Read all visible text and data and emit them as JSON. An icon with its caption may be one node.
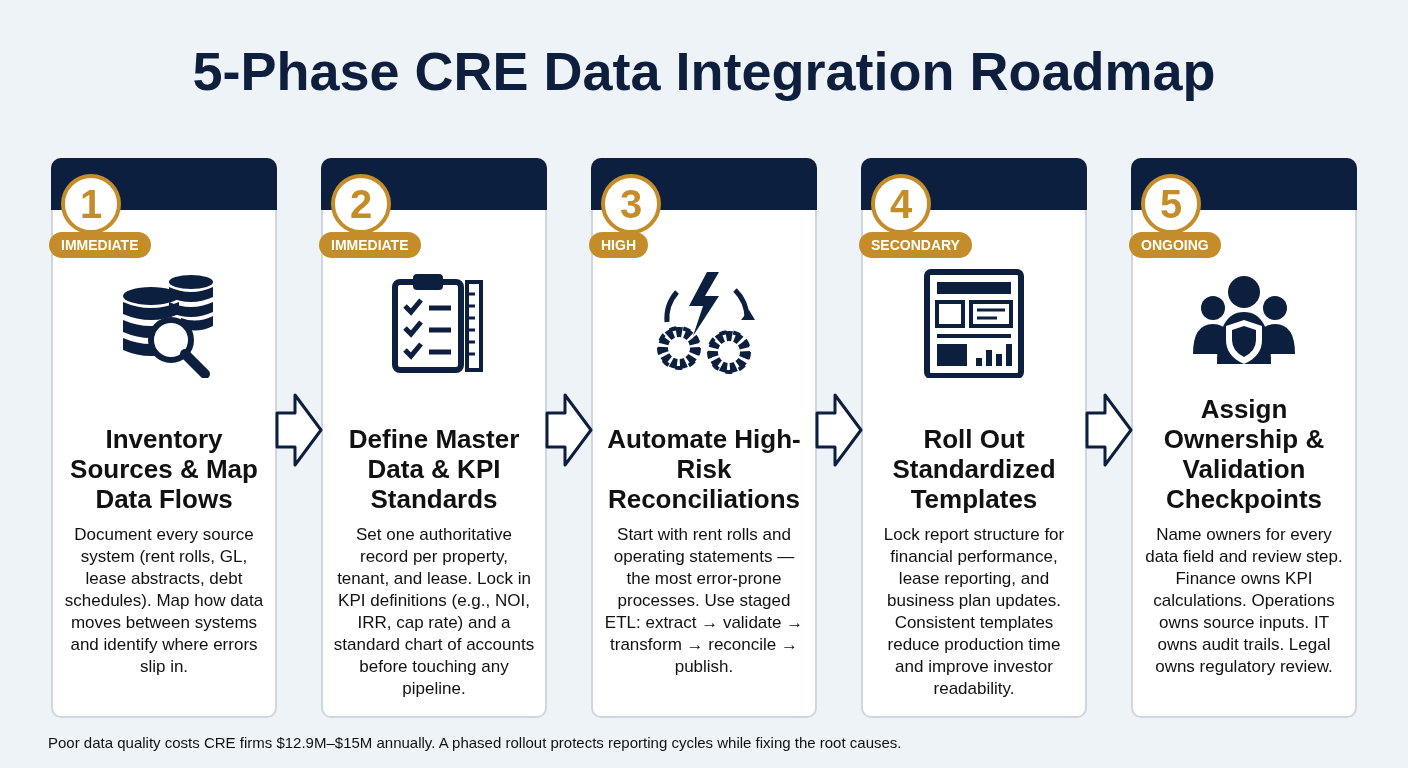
{
  "diagram": {
    "title": "5-Phase CRE Data Integration Roadmap",
    "caption": "Poor data quality costs CRE firms $12.9M–$15M annually. A phased rollout protects reporting cycles while fixing the root causes.",
    "nodes": [
      {
        "text": [
          "1",
          "IMMEDIATE",
          "Inventory Sources & Map Data Flows",
          "Document every source system (rent rolls, GL, lease abstracts, debt schedules). Map how data moves between systems and identify where errors slip in."
        ]
      },
      {
        "text": [
          "2",
          "IMMEDIATE",
          "Define Master Data & KPI Standards",
          "Set one authoritative record per property, tenant, and lease. Lock in KPI definitions (e.g., NOI, IRR, cap rate) and a standard chart of accounts before touching any pipeline."
        ]
      },
      {
        "text": [
          "3",
          "HIGH",
          "Automate High-Risk Reconciliations",
          "Start with rent rolls and operating statements — the most error-prone processes. Use staged ETL: extract → validate → transform → reconcile → publish."
        ]
      },
      {
        "text": [
          "4",
          "SECONDARY",
          "Roll Out Standardized Templates",
          "Lock report structure for financial performance, lease reporting, and business plan updates. Consistent templates reduce production time and improve investor readability."
        ]
      },
      {
        "text": [
          "5",
          "ONGOING",
          "Assign Ownership & Validation Checkpoints",
          "Name owners for every data field and review step. Finance owns KPI calculations. Operations owns source inputs. IT owns audit trails. Legal owns regulatory review."
        ]
      }
    ],
    "edges": [
      {
        "from": 0,
        "to": 1,
        "arrow": "to"
      },
      {
        "from": 1,
        "to": 2,
        "arrow": "to"
      },
      {
        "from": 2,
        "to": 3,
        "arrow": "to"
      },
      {
        "from": 3,
        "to": 4,
        "arrow": "to"
      }
    ]
  }
}
